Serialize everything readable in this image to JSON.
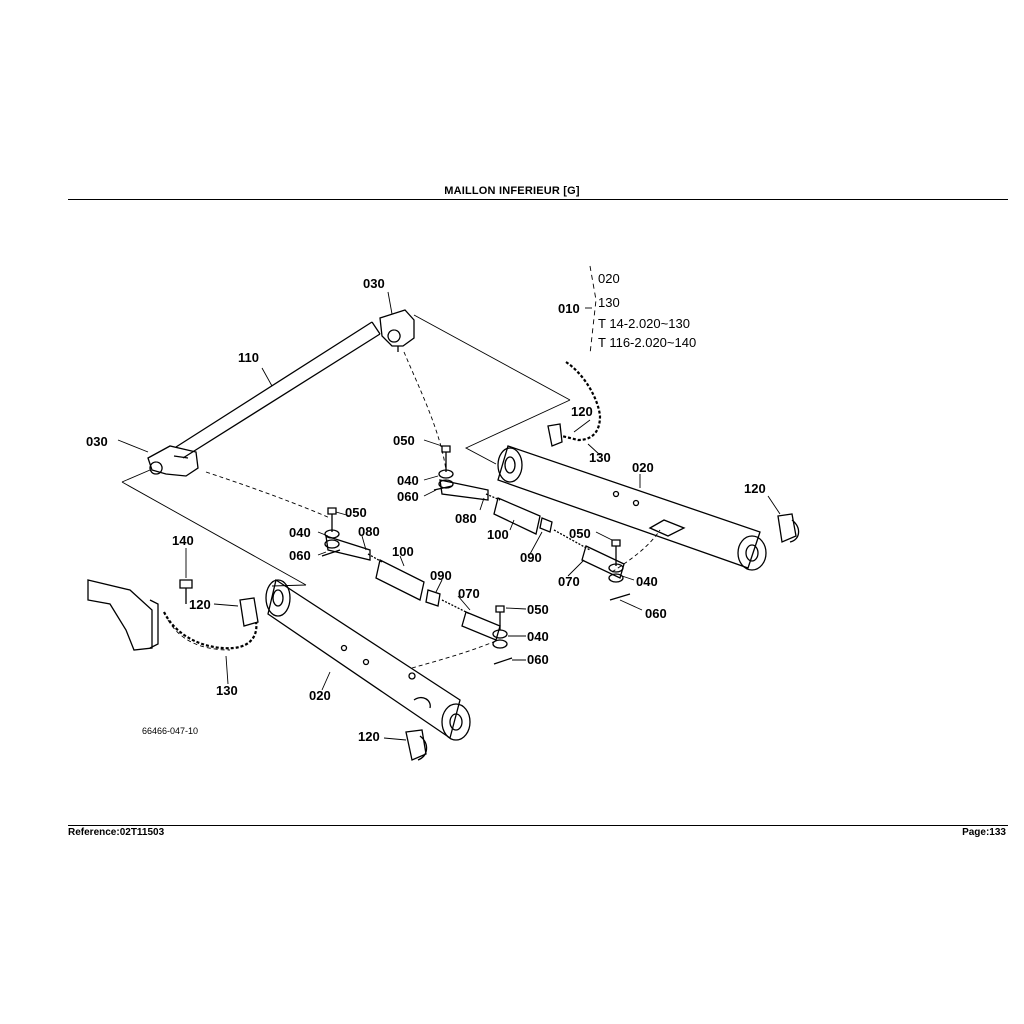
{
  "header": {
    "title": "MAILLON INFERIEUR   [G]"
  },
  "footer": {
    "reference": "Reference:02T11503",
    "page": "Page:133"
  },
  "diagram": {
    "drawing_number": "66466-047-10",
    "legend": {
      "assembly": "010",
      "line1": "020",
      "line2": "130",
      "line3": "T 14-2.020~130",
      "line4": "T 116-2.020~140"
    },
    "callouts": {
      "c030a": "030",
      "c030b": "030",
      "c110": "110",
      "c050a": "050",
      "c040a": "040",
      "c060a": "060",
      "c080a": "080",
      "c100a": "100",
      "c090a": "090",
      "c050b": "050",
      "c070a": "070",
      "c040b": "040",
      "c060b": "060",
      "c120a": "120",
      "c130a": "130",
      "c020a": "020",
      "c120b": "120",
      "c050c": "050",
      "c040c": "040",
      "c080b": "080",
      "c060c": "060",
      "c100b": "100",
      "c090b": "090",
      "c070b": "070",
      "c050d": "050",
      "c040d": "040",
      "c060d": "060",
      "c140": "140",
      "c120c": "120",
      "c130b": "130",
      "c020b": "020",
      "c120d": "120"
    }
  }
}
